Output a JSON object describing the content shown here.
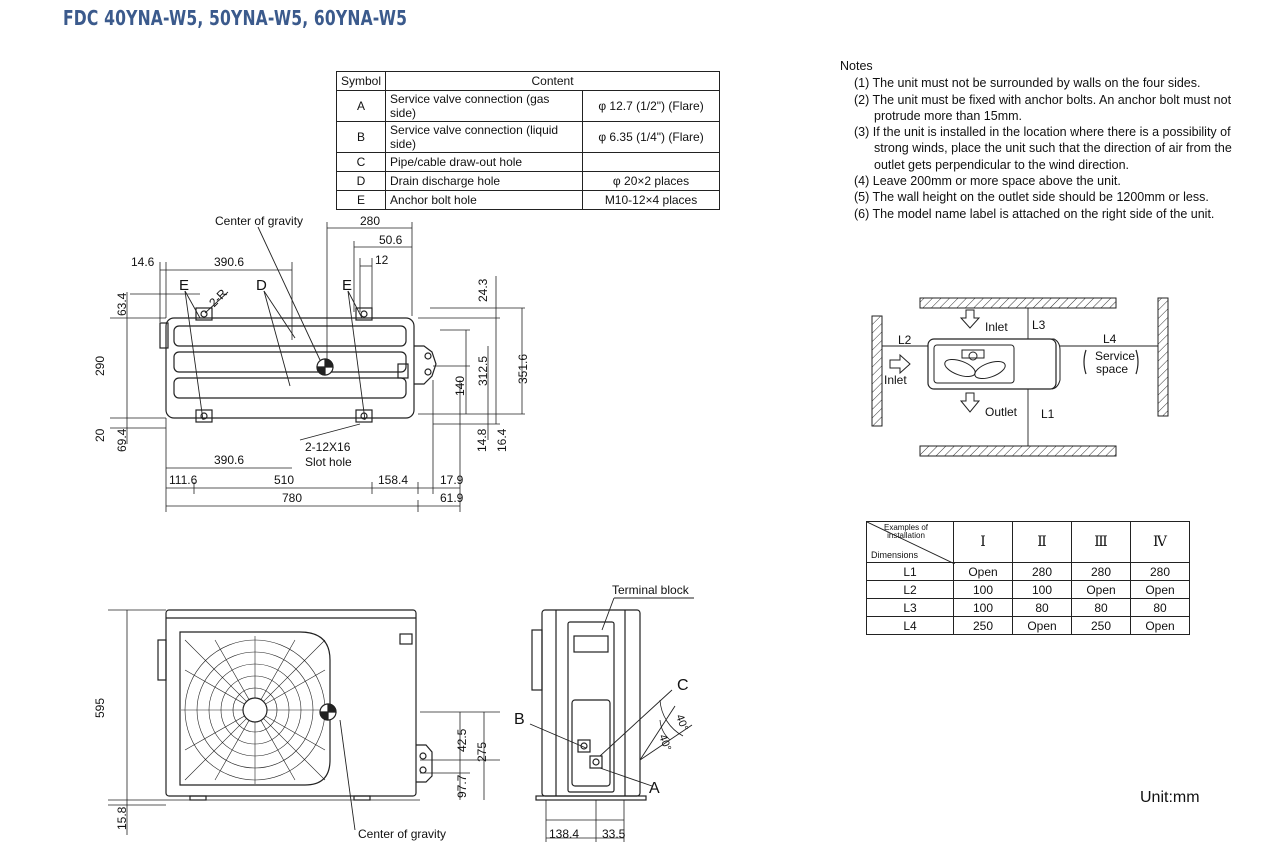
{
  "title": "FDC 40YNA-W5, 50YNA-W5, 60YNA-W5",
  "spec_table": {
    "headers": [
      "Symbol",
      "Content"
    ],
    "rows": [
      {
        "symbol": "A",
        "content": "Service valve connection (gas side)",
        "value": "φ 12.7 (1/2\") (Flare)"
      },
      {
        "symbol": "B",
        "content": "Service valve connection (liquid side)",
        "value": "φ 6.35 (1/4\") (Flare)"
      },
      {
        "symbol": "C",
        "content": "Pipe/cable draw-out hole",
        "value": ""
      },
      {
        "symbol": "D",
        "content": "Drain discharge hole",
        "value": "φ 20×2 places"
      },
      {
        "symbol": "E",
        "content": "Anchor bolt hole",
        "value": "M10-12×4 places"
      }
    ]
  },
  "notes": {
    "heading": "Notes",
    "items": [
      "(1) The unit must not be surrounded by walls on the four sides.",
      "(2) The unit must be fixed with anchor bolts. An anchor bolt must not protrude more than 15mm.",
      "(3) If the unit is installed in the location where there is a possibility of strong winds, place the unit such that the direction of air from the outlet gets perpendicular to the wind direction.",
      "(4) Leave 200mm or more space above the unit.",
      "(5) The wall height on the outlet side should be 1200mm or less.",
      "(6) The model name label is attached on the right side of the unit."
    ]
  },
  "top_view": {
    "center_of_gravity": "Center of gravity",
    "dims": {
      "d280": "280",
      "d50_6": "50.6",
      "d12": "12",
      "d14_6": "14.6",
      "d390_6": "390.6",
      "d63_4": "63.4",
      "d290": "290",
      "d20": "20",
      "d69_4": "69.4",
      "d24_3": "24.3",
      "d312_5": "312.5",
      "d351_6": "351.6",
      "d140": "140",
      "d14_8": "14.8",
      "d16_4": "16.4",
      "d390_6b": "390.6",
      "d111_6": "111.6",
      "d510": "510",
      "d158_4": "158.4",
      "d17_9": "17.9",
      "d780": "780",
      "d61_9": "61.9"
    },
    "labels": {
      "e1": "E",
      "e2": "E",
      "d": "D",
      "r": "2-R",
      "slot": "2-12X16",
      "slot2": "Slot hole"
    }
  },
  "front_view": {
    "center_of_gravity": "Center of gravity",
    "dims": {
      "d595": "595",
      "d15_8": "15.8",
      "d42_5": "42.5",
      "d275": "275",
      "d97_7": "97.7"
    }
  },
  "side_view": {
    "terminal_block": "Terminal block",
    "labels": {
      "a": "A",
      "b": "B",
      "c": "C"
    },
    "dims": {
      "angle1": "40°",
      "angle2": "40°",
      "d138_4": "138.4",
      "d33_5": "33.5"
    }
  },
  "installation_diagram": {
    "labels": {
      "inlet_top": "Inlet",
      "inlet_left": "Inlet",
      "outlet": "Outlet",
      "service": "Service",
      "space": "space",
      "l1": "L1",
      "l2": "L2",
      "l3": "L3",
      "l4": "L4"
    }
  },
  "examples_table": {
    "corner_top": "Examples of installation",
    "corner_bottom": "Dimensions",
    "columns": [
      "Ⅰ",
      "Ⅱ",
      "Ⅲ",
      "Ⅳ"
    ],
    "rows": [
      {
        "name": "L1",
        "values": [
          "Open",
          "280",
          "280",
          "280"
        ]
      },
      {
        "name": "L2",
        "values": [
          "100",
          "100",
          "Open",
          "Open"
        ]
      },
      {
        "name": "L3",
        "values": [
          "100",
          "80",
          "80",
          "80"
        ]
      },
      {
        "name": "L4",
        "values": [
          "250",
          "Open",
          "250",
          "Open"
        ]
      }
    ]
  },
  "unit": "Unit:mm"
}
